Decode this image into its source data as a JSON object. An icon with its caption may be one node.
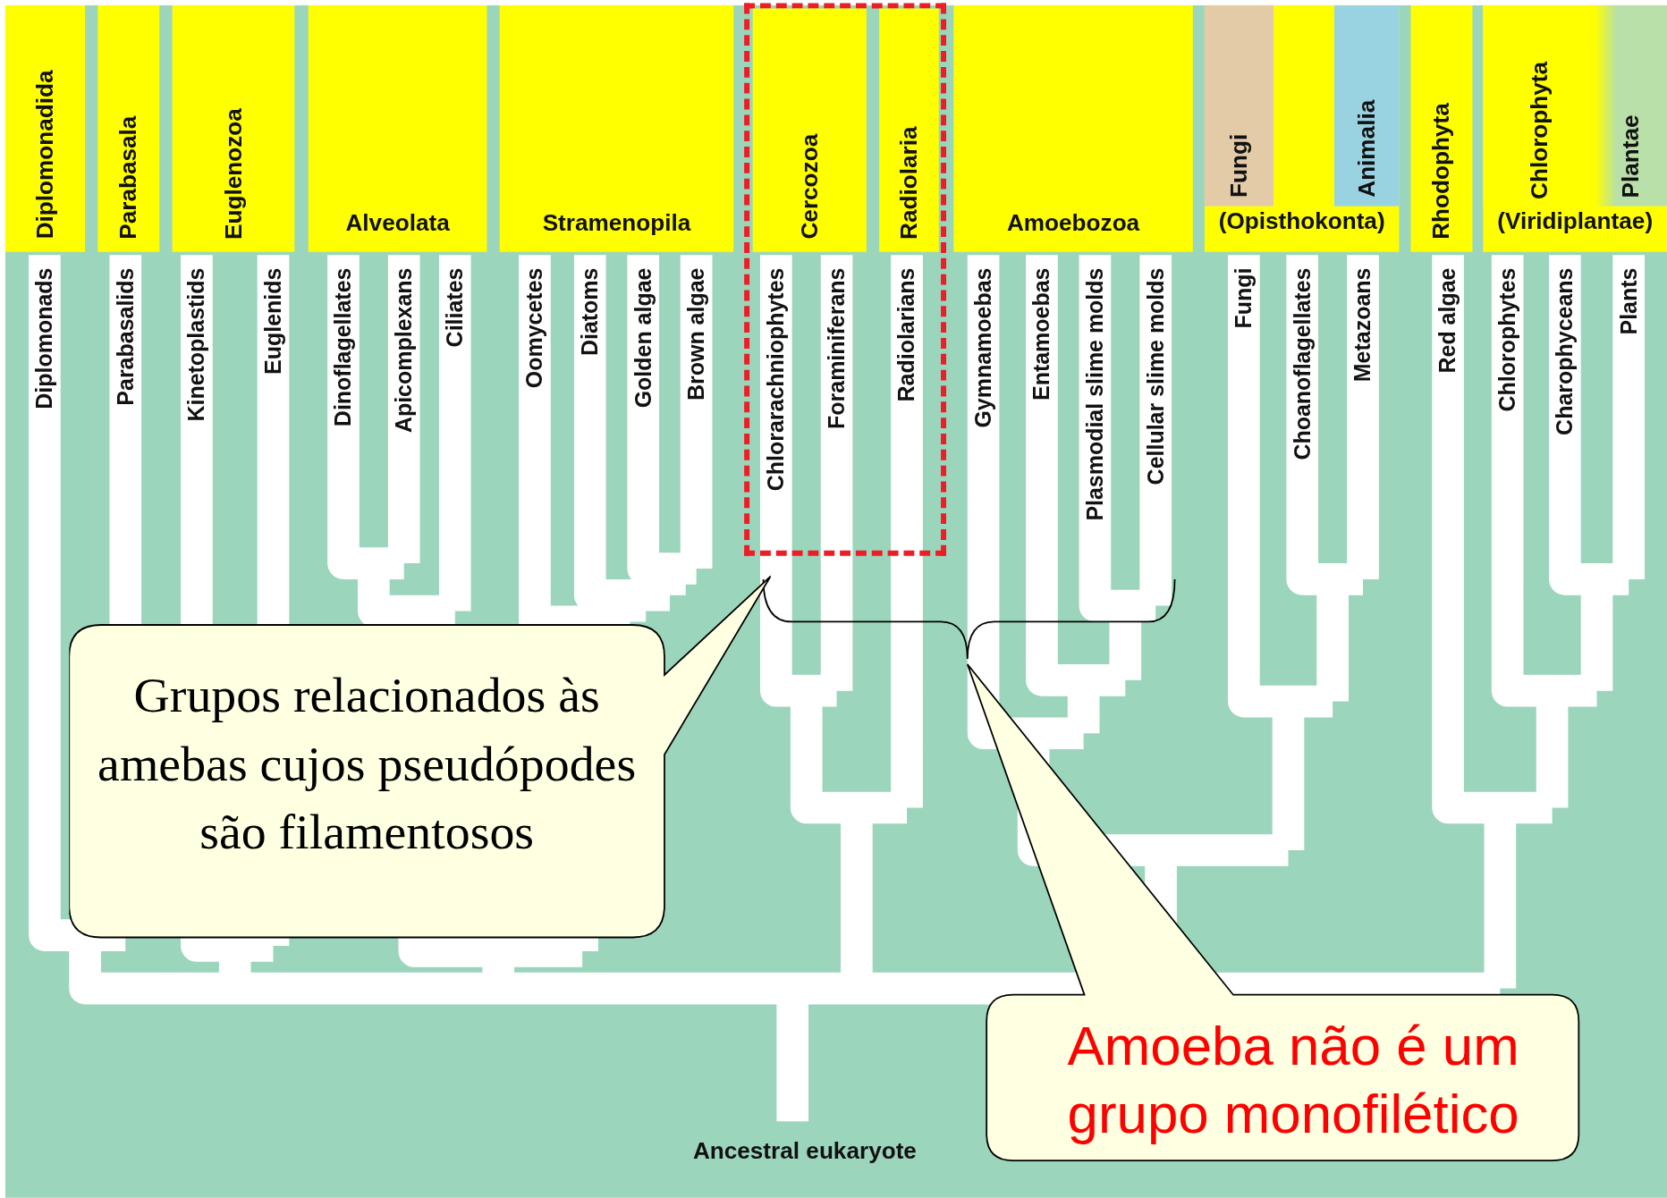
{
  "diagram": {
    "nodes": [
      {
        "text": [
          "Diplomonadida"
        ]
      },
      {
        "text": [
          "Parabasala"
        ]
      },
      {
        "text": [
          "Euglenozoa"
        ]
      },
      {
        "text": [
          "Alveolata"
        ]
      },
      {
        "text": [
          "Stramenopila"
        ]
      },
      {
        "text": [],
        "shape": "box"
      },
      {
        "text": [
          "Cercozoa"
        ],
        "in": 5
      },
      {
        "text": [
          "Radiolaria"
        ],
        "in": 5
      },
      {
        "text": [
          "Amoebozoa"
        ]
      },
      {
        "text": [
          "(Opisthokonta)"
        ]
      },
      {
        "text": [
          "Fungi"
        ],
        "in": 9
      },
      {
        "text": [
          "Animalia"
        ],
        "in": 9
      },
      {
        "text": [
          "Rhodophyta"
        ]
      },
      {
        "text": [
          "(Viridiplantae)"
        ]
      },
      {
        "text": [
          "Chlorophyta"
        ],
        "in": 13
      },
      {
        "text": [
          "Plantae"
        ],
        "in": 13
      },
      {
        "text": [
          "Grupos relacionados às amebas cujos pseudópodes são filamentosos"
        ]
      },
      {
        "text": [
          "Amoeba não é um grupo monofilético"
        ]
      }
    ],
    "labels": [
      "Diplomonads",
      "Parabasalids",
      "Kinetoplastids",
      "Euglenids",
      "Dinoflagellates",
      "Apicomplexans",
      "Ciliates",
      "Oomycetes",
      "Diatoms",
      "Golden algae",
      "Brown algae",
      "Chlorarachniophytes",
      "Foraminiferans",
      "Radiolarians",
      "Gymnamoebas",
      "Entamoebas",
      "Plasmodial slime molds",
      "Cellular slime molds",
      "Fungi",
      "Choanoflagellates",
      "Metazoans",
      "Red algae",
      "Chlorophytes",
      "Charophyceans",
      "Plants",
      "Ancestral eukaryote"
    ]
  }
}
